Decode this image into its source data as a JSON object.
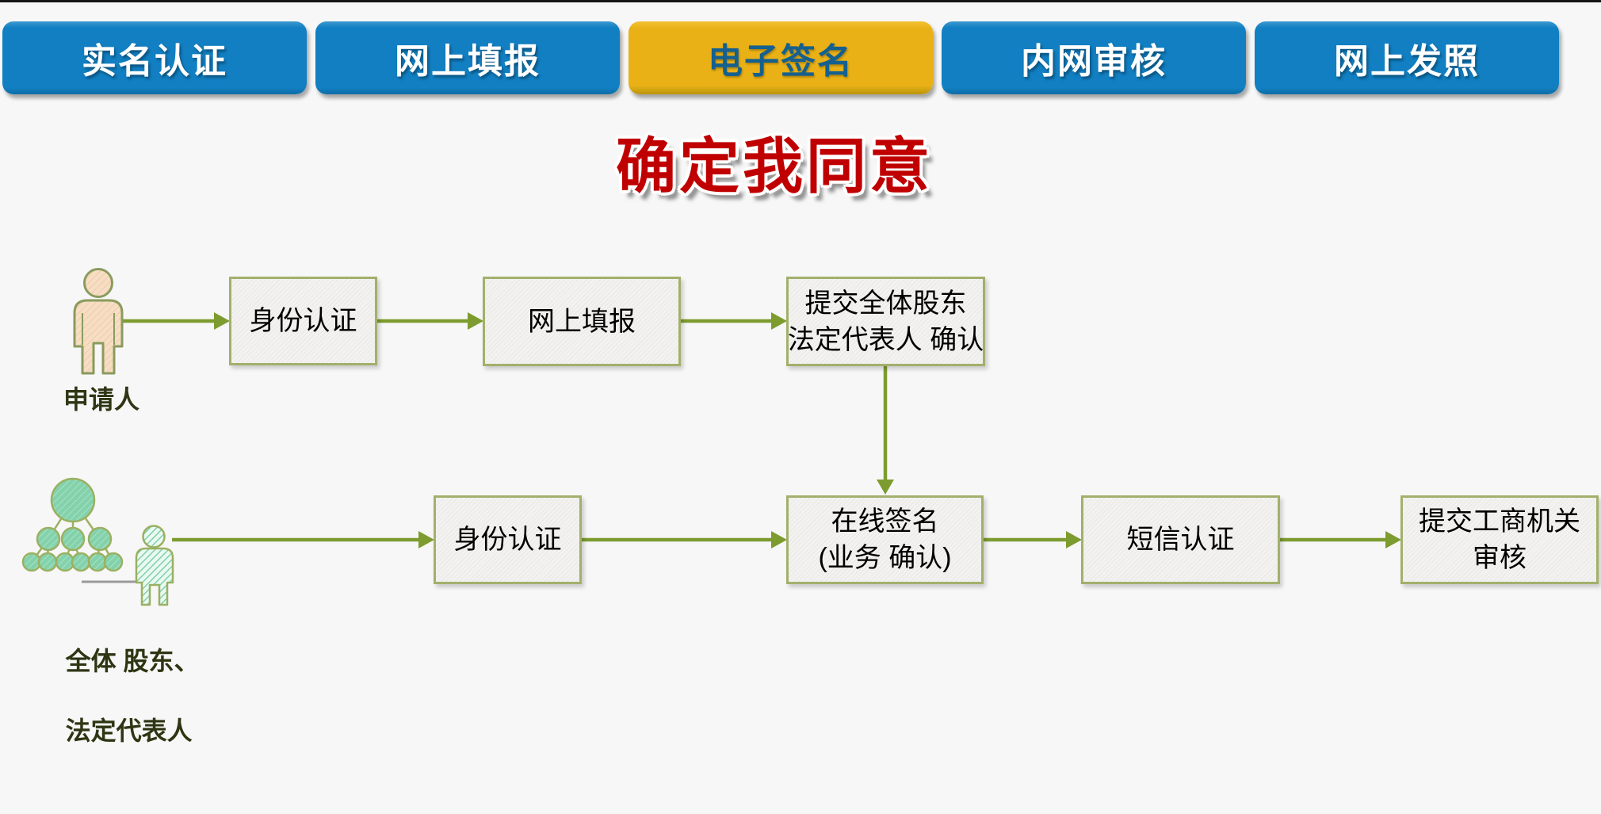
{
  "tabs": [
    {
      "label": "实名认证",
      "active": false
    },
    {
      "label": "网上填报",
      "active": false
    },
    {
      "label": "电子签名",
      "active": true
    },
    {
      "label": "内网审核",
      "active": false
    },
    {
      "label": "网上发照",
      "active": false
    }
  ],
  "title": "确定我同意",
  "flow": {
    "applicant": {
      "label": "申请人"
    },
    "shareholders": {
      "label_line1": "全体 股东、",
      "label_line2": "法定代表人"
    },
    "row1_boxes": [
      {
        "line1": "身份认证"
      },
      {
        "line1": "网上填报"
      },
      {
        "line1": "提交全体股东",
        "line2": "法定代表人 确认"
      }
    ],
    "row2_boxes": [
      {
        "line1": "身份认证"
      },
      {
        "line1": "在线签名",
        "line2": "(业务 确认)"
      },
      {
        "line1": "短信认证"
      },
      {
        "line1": "提交工商机关",
        "line2": "审核"
      }
    ]
  },
  "colors": {
    "bg": "#f7f7f7",
    "tab-blue": "#117fc2",
    "tab-yellow": "#e9b116",
    "tab-yellow-text": "#15608f",
    "title-red": "#c00000",
    "arrow-green": "#7d9c2f",
    "box-border": "#a2b06b",
    "icon-peach": "#f6ddc3",
    "icon-green": "#83d2ab",
    "icon-outline": "#8a9b5e"
  }
}
